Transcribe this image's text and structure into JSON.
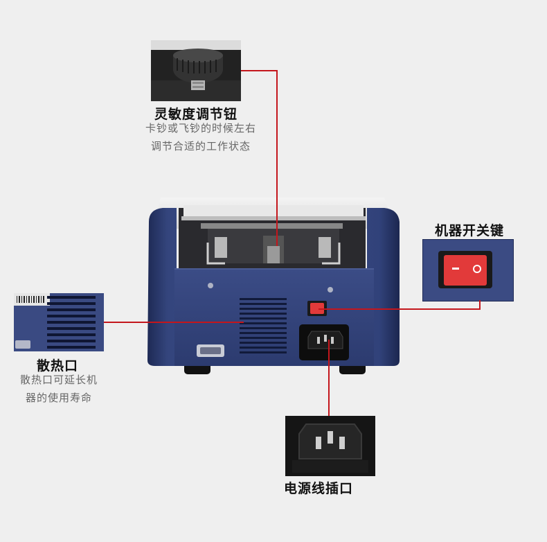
{
  "callouts": {
    "sensitivity": {
      "title": "灵敏度调节钮",
      "desc_lines": [
        "卡钞或飞钞的时候左右",
        "调节合适的工作状态"
      ]
    },
    "power_switch": {
      "title": "机器开关键"
    },
    "vent": {
      "title": "散热口",
      "desc_lines": [
        "散热口可延长机",
        "器的使用寿命"
      ]
    },
    "power_socket": {
      "title": "电源线插口"
    }
  },
  "colors": {
    "background": "#efefef",
    "callout_line": "#c4161c",
    "machine_body": "#2f3f75",
    "switch_red": "#e23a3a"
  }
}
